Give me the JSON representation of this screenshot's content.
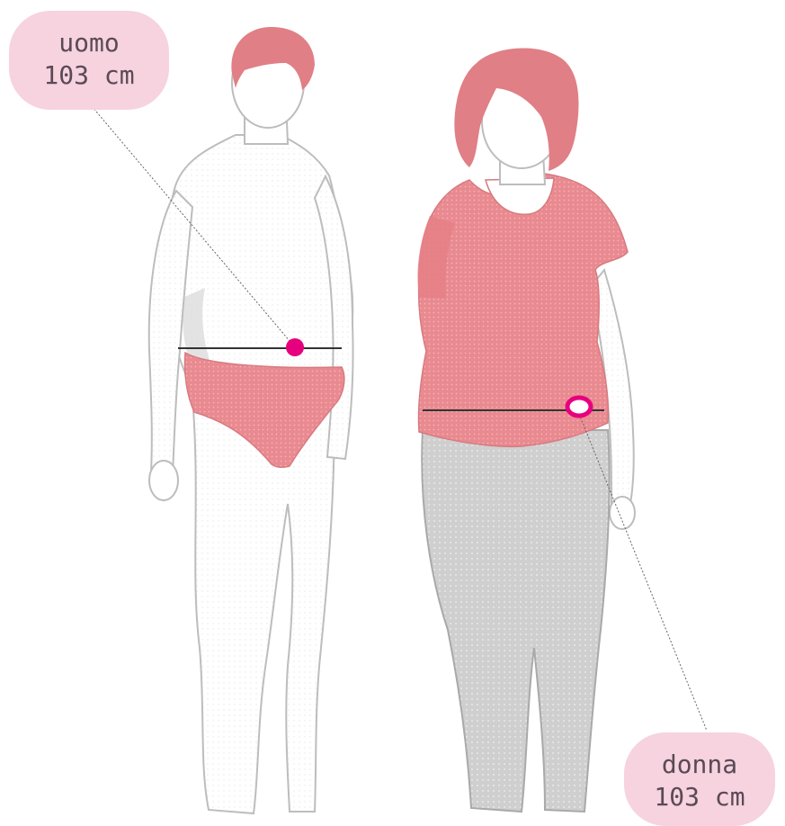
{
  "labels": {
    "man": {
      "line1": "uomo",
      "line2": "103 cm"
    },
    "woman": {
      "line1": "donna",
      "line2": "103 cm"
    }
  },
  "colors": {
    "bubble": "#f6d3df",
    "marker": "#e6007e",
    "clothing": "#e8858b",
    "hair": "#e07f85",
    "legs": "#c9c9c9",
    "outline": "#bdbdbd",
    "label_text": "#5a4a55"
  },
  "markers": {
    "man": "filled-dot",
    "woman": "hollow-ring"
  }
}
